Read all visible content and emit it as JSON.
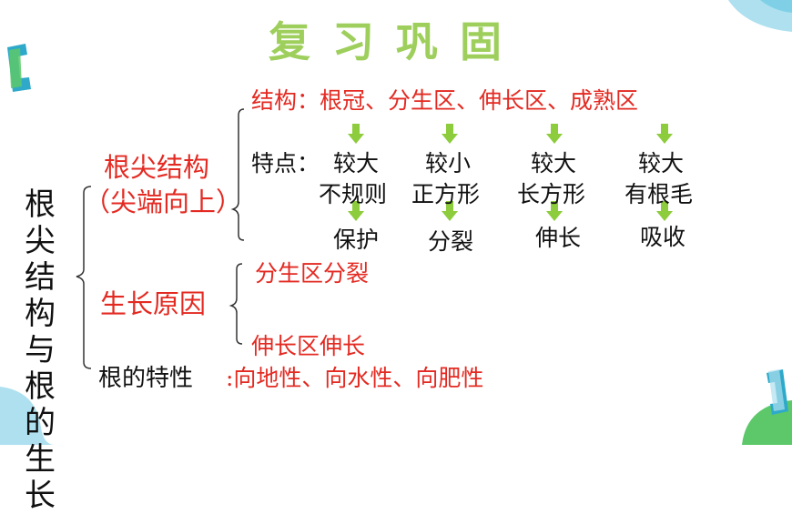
{
  "title": "复习巩固",
  "root": {
    "line1": "根尖",
    "line2": "结构",
    "line3": "与根",
    "line4": "的生",
    "line5": "长"
  },
  "branch1": {
    "label": "根尖结构",
    "sub": "（尖端向上）",
    "structure": "结构：根冠、分生区、伸长区、成熟区",
    "feature_label": "特点：",
    "zones": [
      {
        "feature1": "较大",
        "feature2": "不规则",
        "function": "保护"
      },
      {
        "feature1": "较小",
        "feature2": "正方形",
        "function": "分裂"
      },
      {
        "feature1": "较大",
        "feature2": "长方形",
        "function": "伸长"
      },
      {
        "feature1": "较大",
        "feature2": "有根毛",
        "function": "吸收"
      }
    ]
  },
  "branch2": {
    "label": "生长原因",
    "item1": "分生区分裂",
    "item2": "伸长区伸长"
  },
  "branch3": {
    "label": "根的特性",
    "value": ":向地性、向水性、向肥性"
  },
  "colors": {
    "title": "#9ecf5c",
    "red": "#e32a22",
    "arrow": "#8dcc3c",
    "teal": "#2fa9c9",
    "lightblue": "#aee0f0",
    "green": "#5cc86a"
  }
}
